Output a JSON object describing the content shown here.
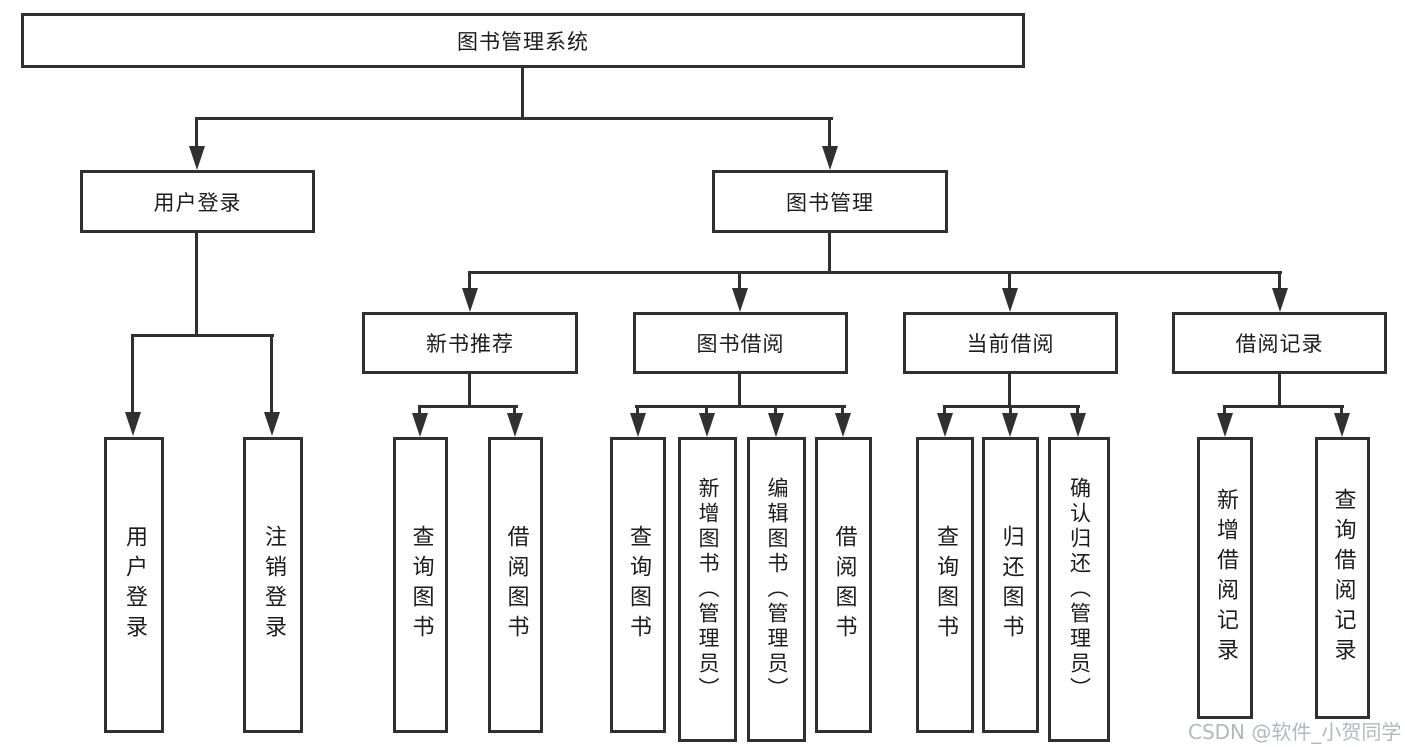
{
  "colors": {
    "line": "#303030",
    "text": "#1c1c1c",
    "watermark": "#b3b8bd",
    "background": "#ffffff"
  },
  "nodes": {
    "root": "图书管理系统",
    "user_login": "用户登录",
    "book_mgmt": "图书管理",
    "new_book_rec": "新书推荐",
    "book_borrow": "图书借阅",
    "current_borrow": "当前借阅",
    "borrow_record": "借阅记录"
  },
  "leaves": {
    "user_login": [
      "用户登录",
      "注销登录"
    ],
    "new_book_rec": [
      "查询图书",
      "借阅图书"
    ],
    "book_borrow": [
      "查询图书",
      "新增图书（管理员）",
      "编辑图书（管理员）",
      "借阅图书"
    ],
    "current_borrow": [
      "查询图书",
      "归还图书",
      "确认归还（管理员）"
    ],
    "borrow_record": [
      "新增借阅记录",
      "查询借阅记录"
    ]
  },
  "watermark": "CSDN @软件_小贺同学"
}
